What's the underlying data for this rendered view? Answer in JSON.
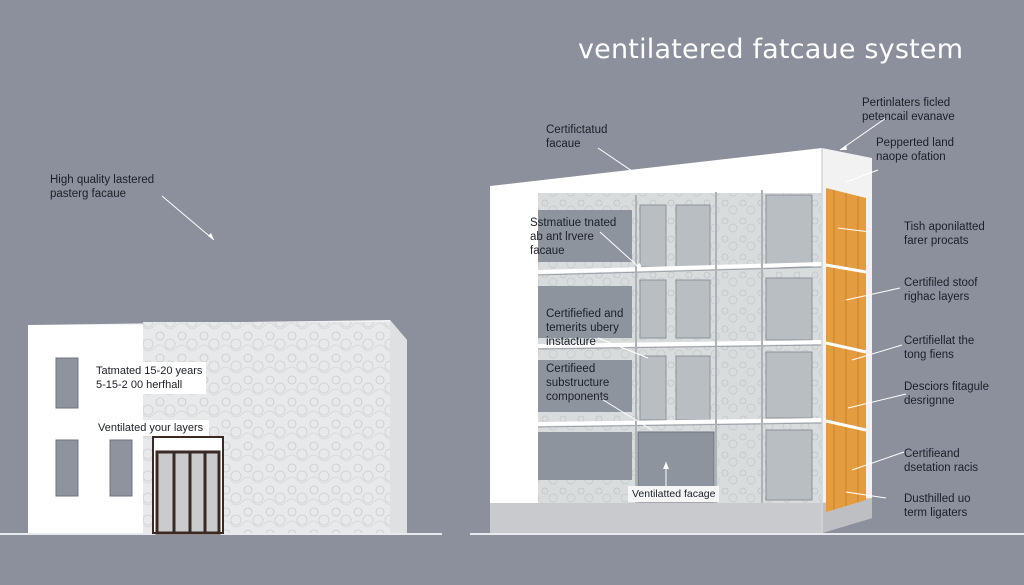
{
  "title": "ventilatered fatcaue system",
  "left_labels": {
    "top_note": "High quality lastered\npasterg facaue",
    "window_note": "Tatmated 15-20 years\n5-15-2 00 herfhall",
    "layers_note": "Ventilated your layers"
  },
  "building_labels": {
    "top_left": "Certifictatud\nfacaue",
    "panel_1": "Sstmatiue tnated\nab ant lrvere\nfacaue",
    "panel_2": "Certifiefied and\ntemerits ubery\ninstacture",
    "panel_3": "Certifieed\nsubstructure\ncomponents",
    "bottom": "Ventilatted facage"
  },
  "right_labels": [
    "Pertinlaters ficled\npetencail evanave",
    "Pepperted land\nnaope ofation",
    "Tish aponilatted\nfarer procats",
    "Certifiled stoof\nrighac layers",
    "Certifiellat the\ntong fiens",
    "Desciors fitagule\ndesrignne",
    "Certifieand\ndsetation racis",
    "Dusthilled uo\nterm ligaters"
  ],
  "colors": {
    "background": "#8c909c",
    "wall_white": "#ffffff",
    "insulation": "#e6a24a",
    "window": "#8e949d",
    "tile": "#dcdedf"
  }
}
